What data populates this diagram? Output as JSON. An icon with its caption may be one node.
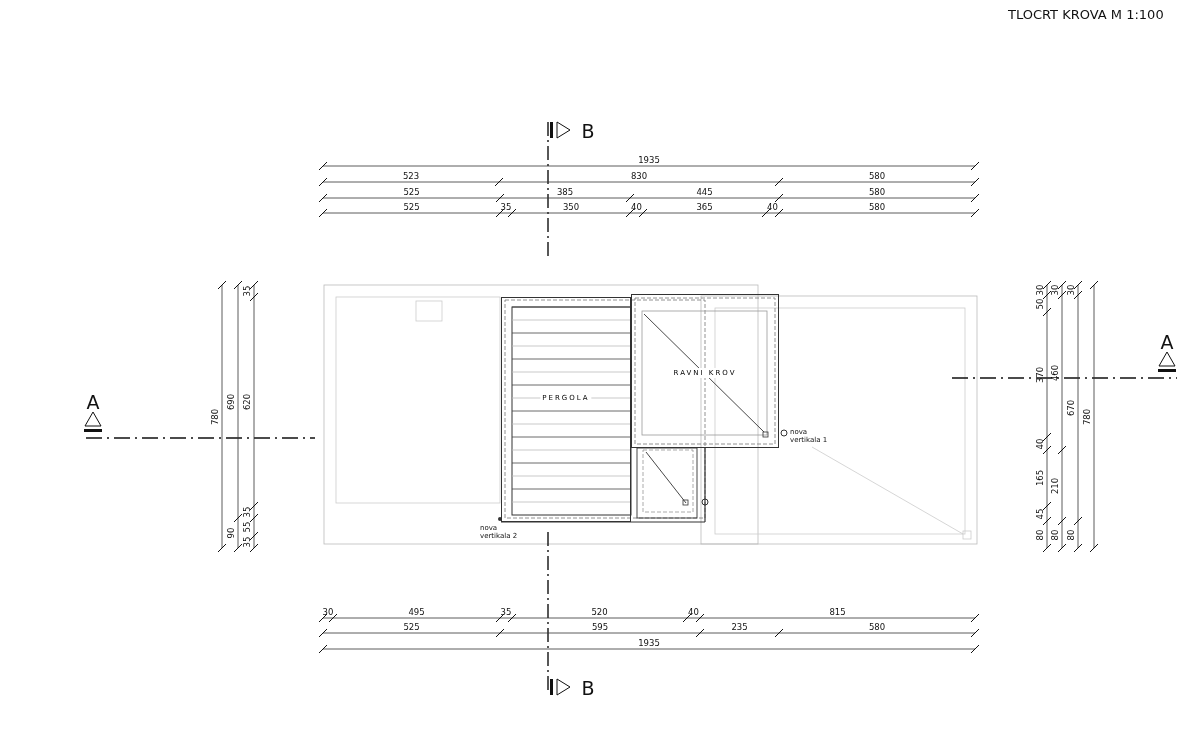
{
  "diagram": {
    "title": "TLOCRT KROVA M 1:100",
    "nodes": [
      {
        "text": [
          "PERGOLA"
        ]
      },
      {
        "text": [
          "RAVNI KROV"
        ]
      }
    ],
    "labels": [
      "B",
      "1935",
      "523",
      "830",
      "580",
      "525",
      "385",
      "445",
      "580",
      "525",
      "35",
      "350",
      "40",
      "365",
      "40",
      "580",
      "A",
      "780",
      "690",
      "90",
      "35",
      "620",
      "35",
      "55",
      "35",
      "A",
      "30",
      "50",
      "370",
      "40",
      "165",
      "45",
      "80",
      "30",
      "460",
      "210",
      "80",
      "30",
      "670",
      "80",
      "780",
      "nova vertikala 1",
      "nova vertikala 2",
      "30",
      "495",
      "35",
      "520",
      "40",
      "815",
      "525",
      "595",
      "235",
      "580",
      "1935",
      "B"
    ]
  }
}
